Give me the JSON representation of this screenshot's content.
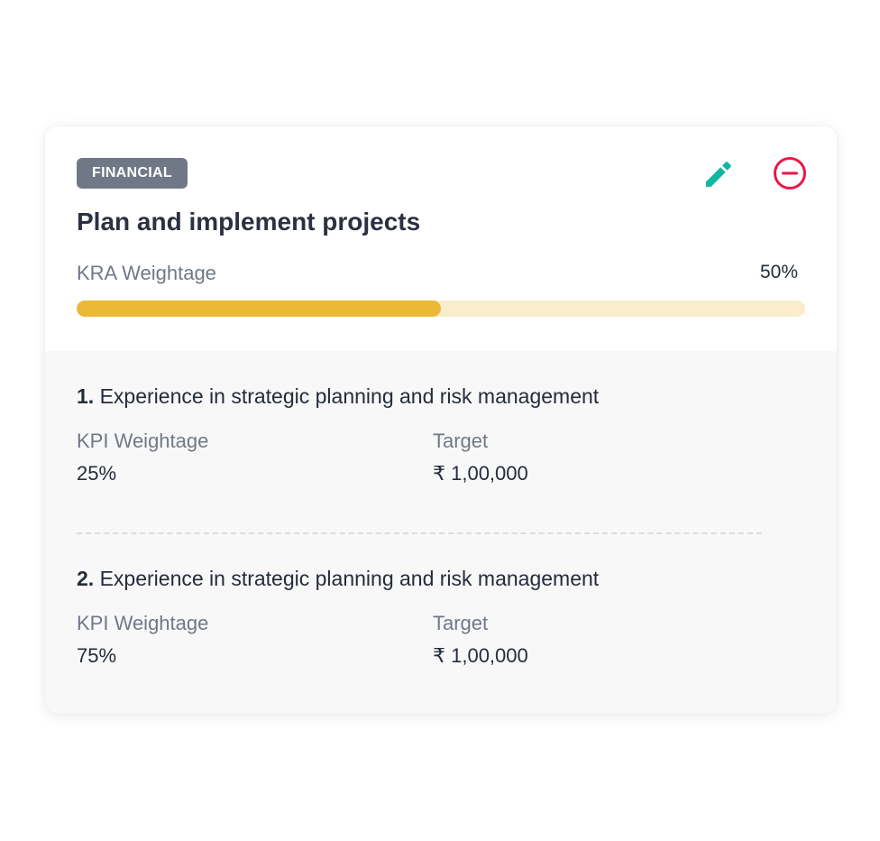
{
  "colors": {
    "badge_bg": "#707888",
    "edit_icon": "#10b8a0",
    "remove_icon": "#e8174a",
    "progress_fill": "#ecb838",
    "progress_track": "#faedcc"
  },
  "kra": {
    "category": "FINANCIAL",
    "title": "Plan and implement projects",
    "weightage_label": "KRA Weightage",
    "weightage_value": "50%",
    "weightage_fraction": 0.5,
    "actions": {
      "edit_icon": "pencil-icon",
      "remove_icon": "minus-circle-icon"
    }
  },
  "kpis": [
    {
      "number": "1.",
      "title": "Experience in strategic planning and risk management",
      "weightage_label": "KPI Weightage",
      "weightage_value": "25%",
      "target_label": "Target",
      "target_value": "₹ 1,00,000"
    },
    {
      "number": "2.",
      "title": "Experience in strategic planning and risk management",
      "weightage_label": "KPI Weightage",
      "weightage_value": "75%",
      "target_label": "Target",
      "target_value": "₹ 1,00,000"
    }
  ]
}
